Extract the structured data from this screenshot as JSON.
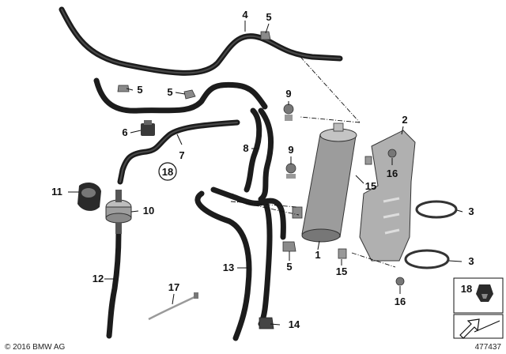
{
  "callouts": {
    "c1": "1",
    "c2": "2",
    "c3a": "3",
    "c3b": "3",
    "c4": "4",
    "c5a": "5",
    "c5b": "5",
    "c5c": "5",
    "c5d": "5",
    "c6": "6",
    "c7": "7",
    "c8": "8",
    "c9a": "9",
    "c9b": "9",
    "c10": "10",
    "c11": "11",
    "c12": "12",
    "c13": "13",
    "c14": "14",
    "c15a": "15",
    "c15b": "15",
    "c16a": "16",
    "c16b": "16",
    "c17": "17",
    "c18": "18"
  },
  "legend": {
    "number": "18"
  },
  "footer": {
    "copyright": "© 2016 BMW AG",
    "diagram_id": "477437"
  }
}
